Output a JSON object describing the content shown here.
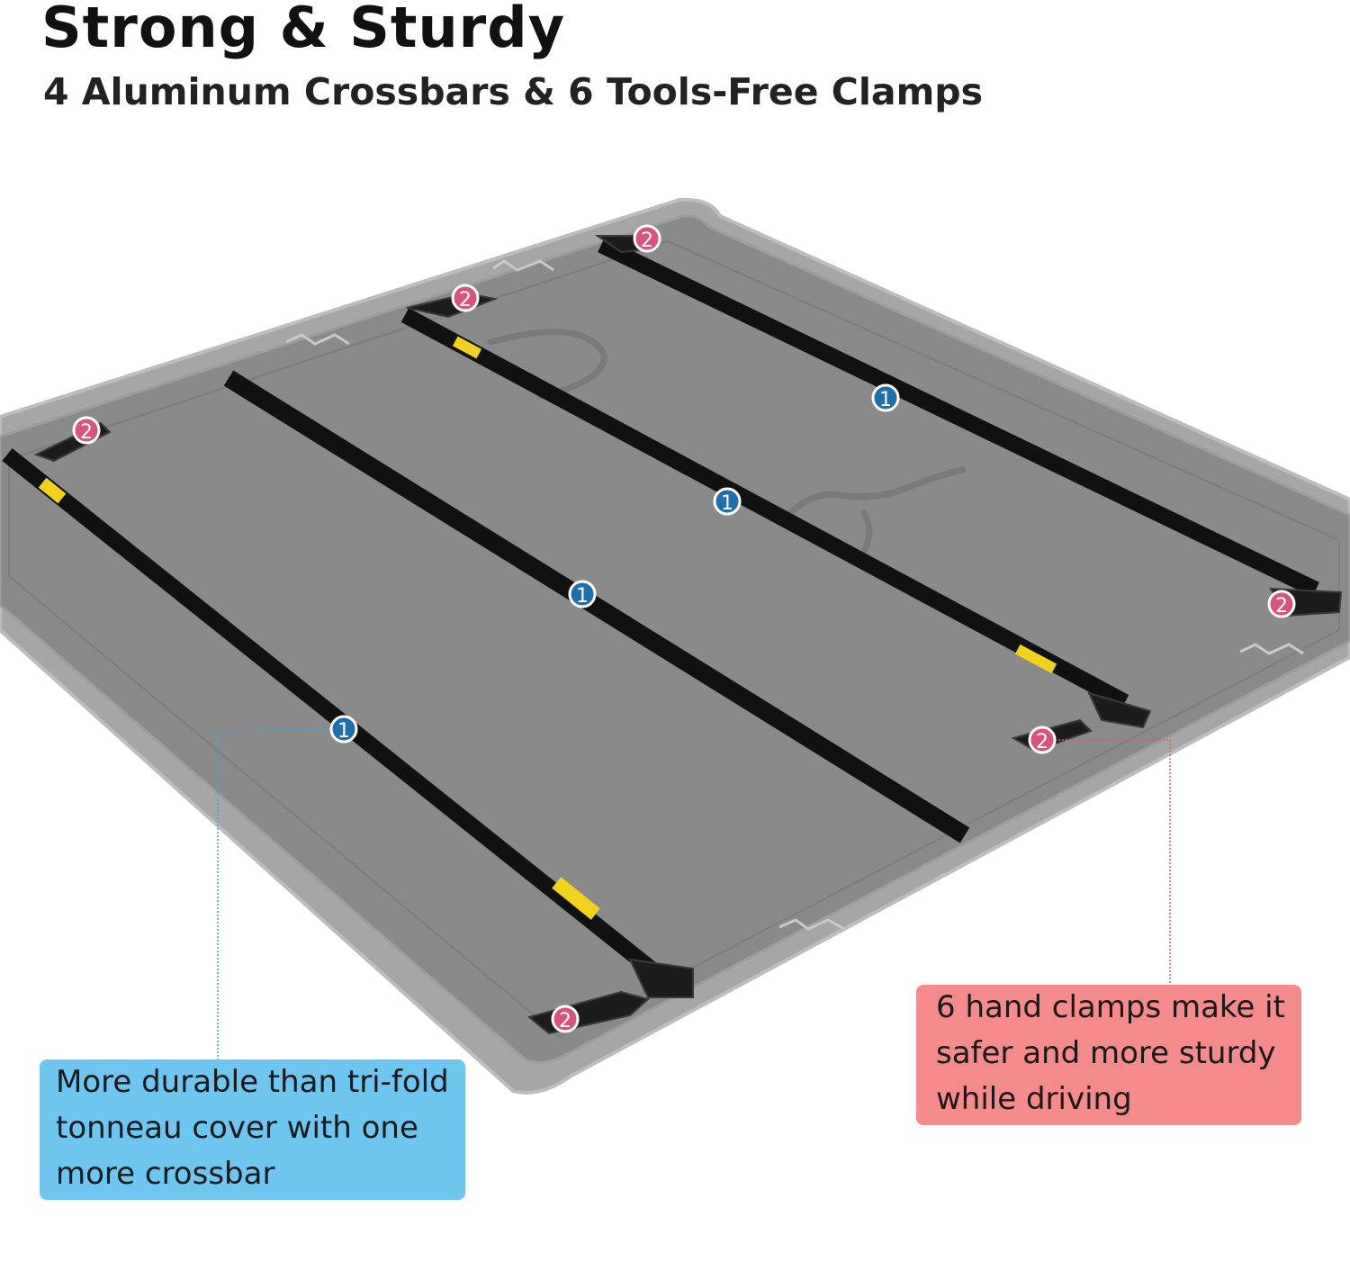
{
  "header": {
    "title": "Strong & Sturdy",
    "subtitle": "4 Aluminum Crossbars & 6 Tools-Free Clamps"
  },
  "callouts": {
    "crossbar": {
      "lines": [
        "More durable than tri-fold",
        "tonneau cover with one",
        "more crossbar"
      ]
    },
    "clamps": {
      "lines": [
        "6 hand clamps make it",
        "safer and more sturdy",
        "while driving"
      ]
    }
  },
  "markers": {
    "crossbar_label": "1",
    "clamp_label": "2"
  },
  "colors": {
    "crossbar_callout": "#6ec6ee",
    "clamp_callout": "#f48a89",
    "crossbar_marker": "#1f6fae",
    "clamp_marker": "#d9537e",
    "cover": "#8a8a8a"
  }
}
